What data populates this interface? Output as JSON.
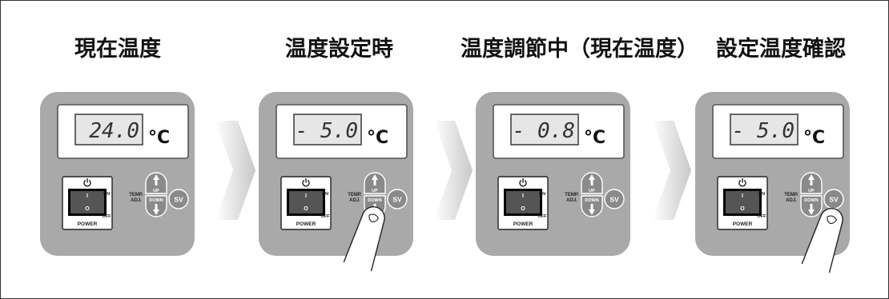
{
  "steps": [
    {
      "title": "現在温度",
      "display": "24.0",
      "finger": "none"
    },
    {
      "title": "温度設定時",
      "display": "-  5.0",
      "finger": "down"
    },
    {
      "title": "温度調節中（現在温度）",
      "display": "-  0.8",
      "finger": "none"
    },
    {
      "title": "設定温度確認",
      "display": "-  5.0",
      "finger": "sv"
    }
  ],
  "panel": {
    "unit": "°C",
    "power_label": "POWER",
    "on_label": "ON",
    "off_label": "OFF",
    "on_mark": "I",
    "off_mark": "O",
    "temp_adj_label_1": "TEMP.",
    "temp_adj_label_2": "ADJ.",
    "up_label": "UP",
    "down_label": "DOWN",
    "sv_label": "SV"
  },
  "colors": {
    "panel": "#a9a9a9",
    "lcd": "#e6e6e6",
    "button": "#8a8a8a",
    "arrow": "#dcdcdc"
  },
  "icons": [
    "power-icon",
    "finger-icon",
    "next-step-arrow"
  ]
}
